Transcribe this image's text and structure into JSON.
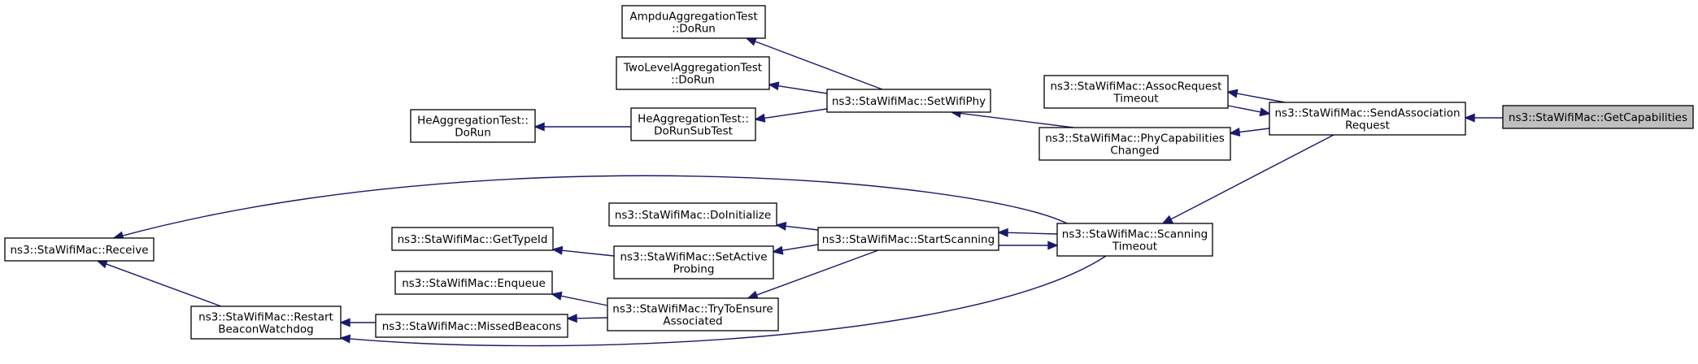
{
  "graph": {
    "nodes": [
      {
        "id": "get_capabilities",
        "lines": [
          "ns3::StaWifiMac::GetCapabilities"
        ],
        "focus": true
      },
      {
        "id": "send_association_request",
        "lines": [
          "ns3::StaWifiMac::SendAssociation",
          "Request"
        ]
      },
      {
        "id": "assoc_request_timeout",
        "lines": [
          "ns3::StaWifiMac::AssocRequest",
          "Timeout"
        ]
      },
      {
        "id": "phy_capabilities_changed",
        "lines": [
          "ns3::StaWifiMac::PhyCapabilities",
          "Changed"
        ]
      },
      {
        "id": "scanning_timeout",
        "lines": [
          "ns3::StaWifiMac::Scanning",
          "Timeout"
        ]
      },
      {
        "id": "set_wifi_phy",
        "lines": [
          "ns3::StaWifiMac::SetWifiPhy"
        ]
      },
      {
        "id": "ampdu_do_run",
        "lines": [
          "AmpduAggregationTest",
          "::DoRun"
        ]
      },
      {
        "id": "twolevel_do_run",
        "lines": [
          "TwoLevelAggregationTest",
          "::DoRun"
        ]
      },
      {
        "id": "he_do_run_subtest",
        "lines": [
          "HeAggregationTest::",
          "DoRunSubTest"
        ]
      },
      {
        "id": "he_do_run",
        "lines": [
          "HeAggregationTest::",
          "DoRun"
        ]
      },
      {
        "id": "receive",
        "lines": [
          "ns3::StaWifiMac::Receive"
        ]
      },
      {
        "id": "start_scanning",
        "lines": [
          "ns3::StaWifiMac::StartScanning"
        ]
      },
      {
        "id": "do_initialize",
        "lines": [
          "ns3::StaWifiMac::DoInitialize"
        ]
      },
      {
        "id": "set_active_probing",
        "lines": [
          "ns3::StaWifiMac::SetActive",
          "Probing"
        ]
      },
      {
        "id": "get_type_id",
        "lines": [
          "ns3::StaWifiMac::GetTypeId"
        ]
      },
      {
        "id": "try_to_ensure_associated",
        "lines": [
          "ns3::StaWifiMac::TryToEnsure",
          "Associated"
        ]
      },
      {
        "id": "enqueue",
        "lines": [
          "ns3::StaWifiMac::Enqueue"
        ]
      },
      {
        "id": "missed_beacons",
        "lines": [
          "ns3::StaWifiMac::MissedBeacons"
        ]
      },
      {
        "id": "restart_beacon_watchdog",
        "lines": [
          "ns3::StaWifiMac::Restart",
          "BeaconWatchdog"
        ]
      }
    ],
    "edges": [
      {
        "from": "get_capabilities",
        "to": "send_association_request"
      },
      {
        "from": "send_association_request",
        "to": "assoc_request_timeout"
      },
      {
        "from": "assoc_request_timeout",
        "to": "send_association_request"
      },
      {
        "from": "send_association_request",
        "to": "phy_capabilities_changed"
      },
      {
        "from": "send_association_request",
        "to": "scanning_timeout"
      },
      {
        "from": "phy_capabilities_changed",
        "to": "set_wifi_phy"
      },
      {
        "from": "set_wifi_phy",
        "to": "ampdu_do_run"
      },
      {
        "from": "set_wifi_phy",
        "to": "twolevel_do_run"
      },
      {
        "from": "set_wifi_phy",
        "to": "he_do_run_subtest"
      },
      {
        "from": "he_do_run_subtest",
        "to": "he_do_run"
      },
      {
        "from": "scanning_timeout",
        "to": "receive"
      },
      {
        "from": "scanning_timeout",
        "to": "start_scanning"
      },
      {
        "from": "start_scanning",
        "to": "scanning_timeout"
      },
      {
        "from": "scanning_timeout",
        "to": "restart_beacon_watchdog"
      },
      {
        "from": "start_scanning",
        "to": "do_initialize"
      },
      {
        "from": "start_scanning",
        "to": "set_active_probing"
      },
      {
        "from": "start_scanning",
        "to": "try_to_ensure_associated"
      },
      {
        "from": "set_active_probing",
        "to": "get_type_id"
      },
      {
        "from": "try_to_ensure_associated",
        "to": "enqueue"
      },
      {
        "from": "try_to_ensure_associated",
        "to": "missed_beacons"
      },
      {
        "from": "missed_beacons",
        "to": "restart_beacon_watchdog"
      },
      {
        "from": "restart_beacon_watchdog",
        "to": "receive"
      }
    ]
  }
}
